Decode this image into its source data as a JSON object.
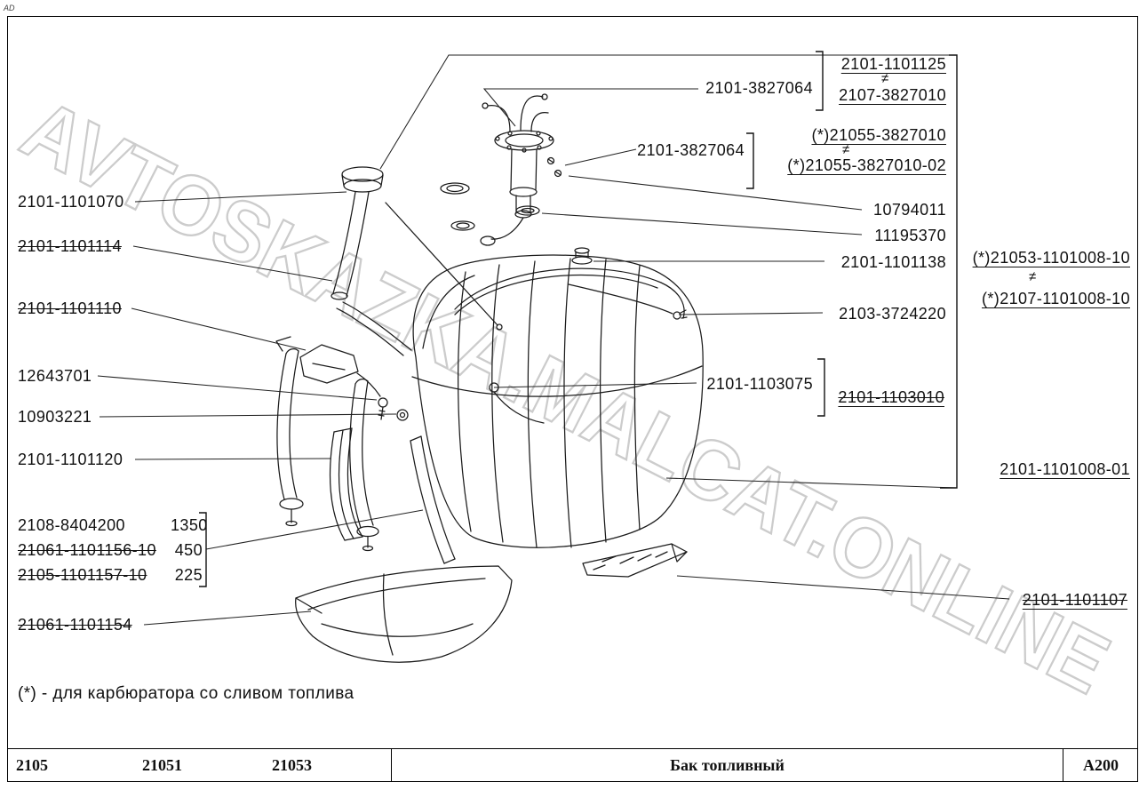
{
  "page": {
    "corner_mark": "AD",
    "watermark": "AVTOSKAZKA.MALCAT.ONLINE",
    "footnote": "(*) - для карбюратора со сливом топлива"
  },
  "left_labels": {
    "cap": "2101-1101070",
    "pipe_old": "2101-1101114",
    "bracket_old": "2101-1101110",
    "bolt": "12643701",
    "washer": "10903221",
    "strap": "2101-1101120",
    "shield_old": "21061-1101154"
  },
  "length_group": {
    "rows": [
      {
        "part": "2108-8404200",
        "qty": "1350"
      },
      {
        "part": "21061-1101156-10",
        "qty": "450"
      },
      {
        "part": "2105-1101157-10",
        "qty": "225"
      }
    ]
  },
  "right_labels": {
    "sender_alt_a": "2101-1101125",
    "neq1": "≠",
    "sender_alt_b": "2107-3827010",
    "sender1": "2101-3827064",
    "drain_alt_a": "(*)21055-3827010",
    "neq2": "≠",
    "drain_alt_b": "(*)21055-3827010-02",
    "sender2": "2101-3827064",
    "washer": "10794011",
    "ring": "11195370",
    "fitting": "2101-1101138",
    "harness": "2103-3724220",
    "pickup": "2101-1103075",
    "pickup_old": "2101-1103010",
    "tank_alt_a": "(*)21053-1101008-10",
    "neq3": "≠",
    "tank_alt_b": "(*)2107-1101008-10",
    "tank": "2101-1101008-01",
    "bracket": "2101-1101107"
  },
  "footer": {
    "model1": "2105",
    "model2": "21051",
    "model3": "21053",
    "title": "Бак топливный",
    "code": "А200"
  }
}
